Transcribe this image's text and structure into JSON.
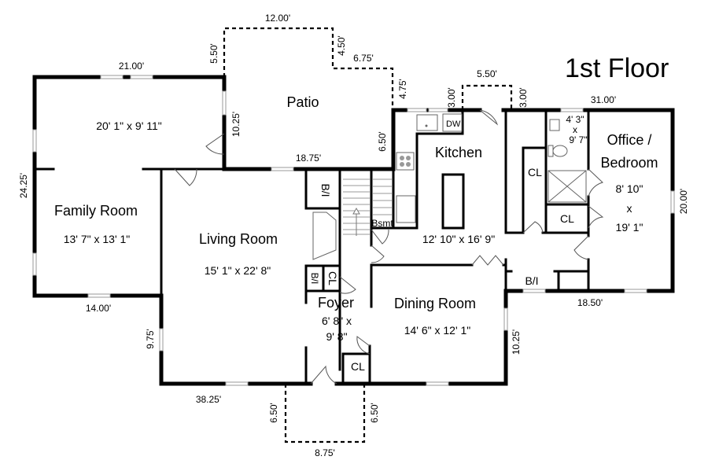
{
  "title": "1st Floor",
  "rooms": {
    "patio": {
      "name": "Patio"
    },
    "family_top": {
      "dims": "20' 1\" x 9' 11\""
    },
    "family": {
      "name": "Family Room",
      "dims": "13' 7\" x 13' 1\""
    },
    "living": {
      "name": "Living Room",
      "dims": "15' 1\" x 22' 8\""
    },
    "kitchen": {
      "name": "Kitchen",
      "dims": "12' 10\" x 16' 9\""
    },
    "office": {
      "name_line1": "Office /",
      "name_line2": "Bedroom",
      "dims_line1": "8' 10\"",
      "dims_line2": "x",
      "dims_line3": "19' 1\""
    },
    "bath": {
      "dims_line1": "4' 3\"",
      "dims_line2": "x",
      "dims_line3": "9' 7\""
    },
    "foyer": {
      "name": "Foyer",
      "dims_line1": "6' 8\" x",
      "dims_line2": "9' 8\""
    },
    "dining": {
      "name": "Dining Room",
      "dims": "14' 6\" x 12' 1\""
    }
  },
  "labels": {
    "closet": "CL",
    "built_in": "B/I",
    "basement": "Bsmt",
    "dishwasher": "DW"
  },
  "measurements": {
    "top_family": "21.00'",
    "patio_left": "5.50'",
    "patio_top": "12.00'",
    "patio_step_v": "4.50'",
    "patio_step_h": "6.75'",
    "patio_right": "4.75'",
    "patio_inner_left": "10.25'",
    "patio_inner_right": "6.50'",
    "patio_bottom": "18.75'",
    "kitchen_left_3": "3.00'",
    "kitchen_bump": "5.50'",
    "kitchen_right_3": "3.00'",
    "top_right": "31.00'",
    "right_side": "20.00'",
    "left_side": "24.25'",
    "family_bottom": "14.00'",
    "living_left": "9.75'",
    "bottom_left": "38.25'",
    "porch_left": "6.50'",
    "porch_right": "6.50'",
    "porch_bottom": "8.75'",
    "dining_right": "10.25'",
    "office_bottom": "18.50'"
  }
}
